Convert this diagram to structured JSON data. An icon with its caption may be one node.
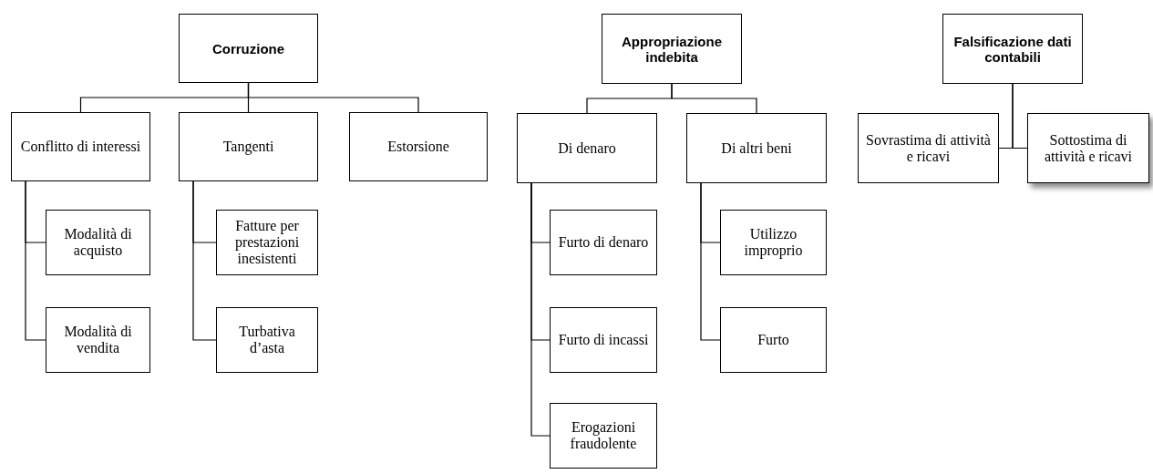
{
  "diagram": {
    "nodes": [
      {
        "text": [
          "Corruzione"
        ]
      },
      {
        "text": [
          "Conflitto di interessi"
        ]
      },
      {
        "text": [
          "Tangenti"
        ]
      },
      {
        "text": [
          "Estorsione"
        ]
      },
      {
        "text": [
          "Modalità di acquisto"
        ]
      },
      {
        "text": [
          "Modalità di vendita"
        ]
      },
      {
        "text": [
          "Fatture per prestazioni inesistenti"
        ]
      },
      {
        "text": [
          "Turbativa d’asta"
        ]
      },
      {
        "text": [
          "Appropriazione indebita"
        ]
      },
      {
        "text": [
          "Di denaro"
        ]
      },
      {
        "text": [
          "Di altri beni"
        ]
      },
      {
        "text": [
          "Furto di denaro"
        ]
      },
      {
        "text": [
          "Furto di incassi"
        ]
      },
      {
        "text": [
          "Erogazioni fraudolente"
        ]
      },
      {
        "text": [
          "Utilizzo improprio"
        ]
      },
      {
        "text": [
          "Furto"
        ]
      },
      {
        "text": [
          "Falsificazione dati contabili"
        ]
      },
      {
        "text": [
          "Sovrastima di attività e ricavi"
        ]
      },
      {
        "text": [
          "Sottostima di attività e ricavi"
        ]
      }
    ],
    "edges": [
      {
        "from": 0,
        "to": 1,
        "arrow": "none"
      },
      {
        "from": 0,
        "to": 2,
        "arrow": "none"
      },
      {
        "from": 0,
        "to": 3,
        "arrow": "none"
      },
      {
        "from": 1,
        "to": 4,
        "arrow": "none"
      },
      {
        "from": 1,
        "to": 5,
        "arrow": "none"
      },
      {
        "from": 2,
        "to": 6,
        "arrow": "none"
      },
      {
        "from": 2,
        "to": 7,
        "arrow": "none"
      },
      {
        "from": 8,
        "to": 9,
        "arrow": "none"
      },
      {
        "from": 8,
        "to": 10,
        "arrow": "none"
      },
      {
        "from": 9,
        "to": 11,
        "arrow": "none"
      },
      {
        "from": 9,
        "to": 12,
        "arrow": "none"
      },
      {
        "from": 9,
        "to": 13,
        "arrow": "none"
      },
      {
        "from": 10,
        "to": 14,
        "arrow": "none"
      },
      {
        "from": 10,
        "to": 15,
        "arrow": "none"
      },
      {
        "from": 16,
        "to": 17,
        "arrow": "none"
      },
      {
        "from": 16,
        "to": 18,
        "arrow": "none"
      }
    ]
  }
}
